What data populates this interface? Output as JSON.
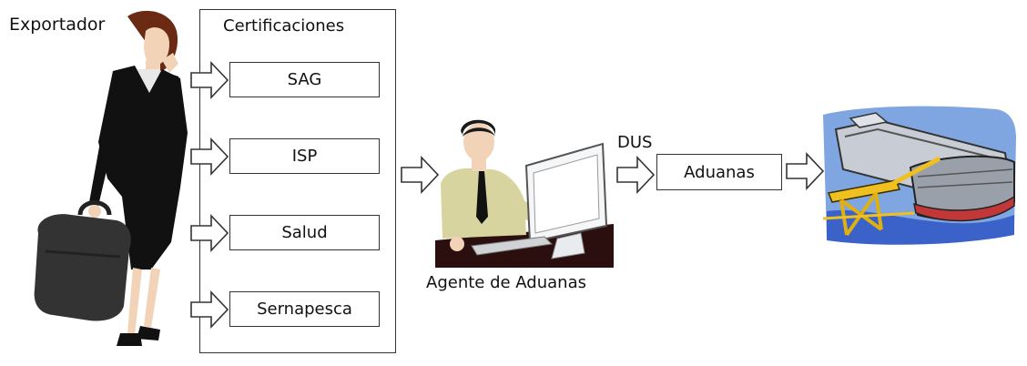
{
  "exporter": {
    "label": "Exportador"
  },
  "certifications": {
    "title": "Certificaciones",
    "items": [
      "SAG",
      "ISP",
      "Salud",
      "Sernapesca"
    ]
  },
  "agent": {
    "label": "Agente de Aduanas"
  },
  "customs": {
    "document_label": "DUS",
    "box_label": "Aduanas"
  },
  "colors": {
    "box_border": "#333333",
    "arrow_fill": "#ffffff",
    "suit": "#111111",
    "skin": "#f2d3b8",
    "hair": "#6a2a14",
    "shirt_agent": "#d8d4a0",
    "ship_sky": "#7fa6e0",
    "ship_crane": "#f0c020",
    "ship_hull": "#9aa0aa"
  }
}
